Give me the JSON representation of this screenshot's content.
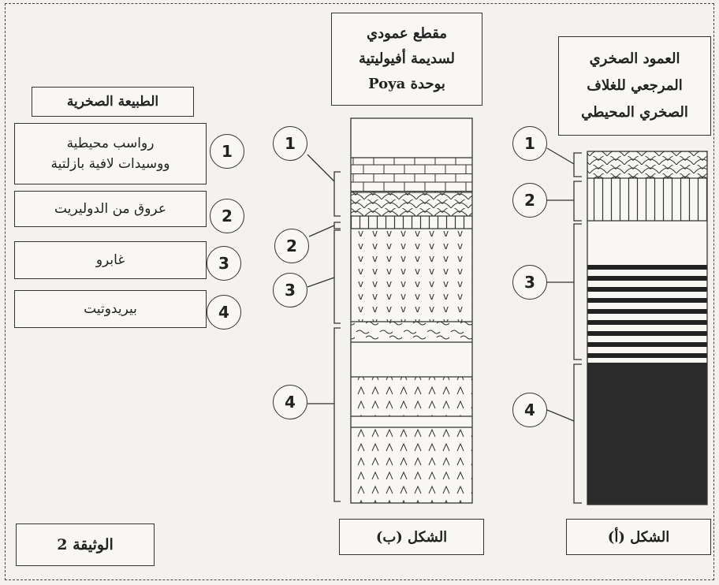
{
  "legend": {
    "title": "الطبيعة الصخرية",
    "items": [
      {
        "number": "1",
        "line1": "رواسب محيطية",
        "line2": "ووسيدات لافية بازلتية"
      },
      {
        "number": "2",
        "line1": "عروق من الدوليريت",
        "line2": ""
      },
      {
        "number": "3",
        "line1": "غابرو",
        "line2": ""
      },
      {
        "number": "4",
        "line1": "بيريدوتيت",
        "line2": ""
      }
    ]
  },
  "column_b": {
    "title_line1": "مقطع عمودي",
    "title_line2": "لسديمة أفيوليتية",
    "title_line3": "بوحدة Poya",
    "caption": "الشكل (ب)",
    "markers": [
      "1",
      "2",
      "3",
      "4"
    ]
  },
  "column_a": {
    "title_line1": "العمود الصخري",
    "title_line2": "المرجعي للغلاف",
    "title_line3": "الصخري المحيطي",
    "caption": "الشكل (أ)",
    "markers": [
      "1",
      "2",
      "3",
      "4"
    ]
  },
  "document_label": "الوثيقة 2"
}
